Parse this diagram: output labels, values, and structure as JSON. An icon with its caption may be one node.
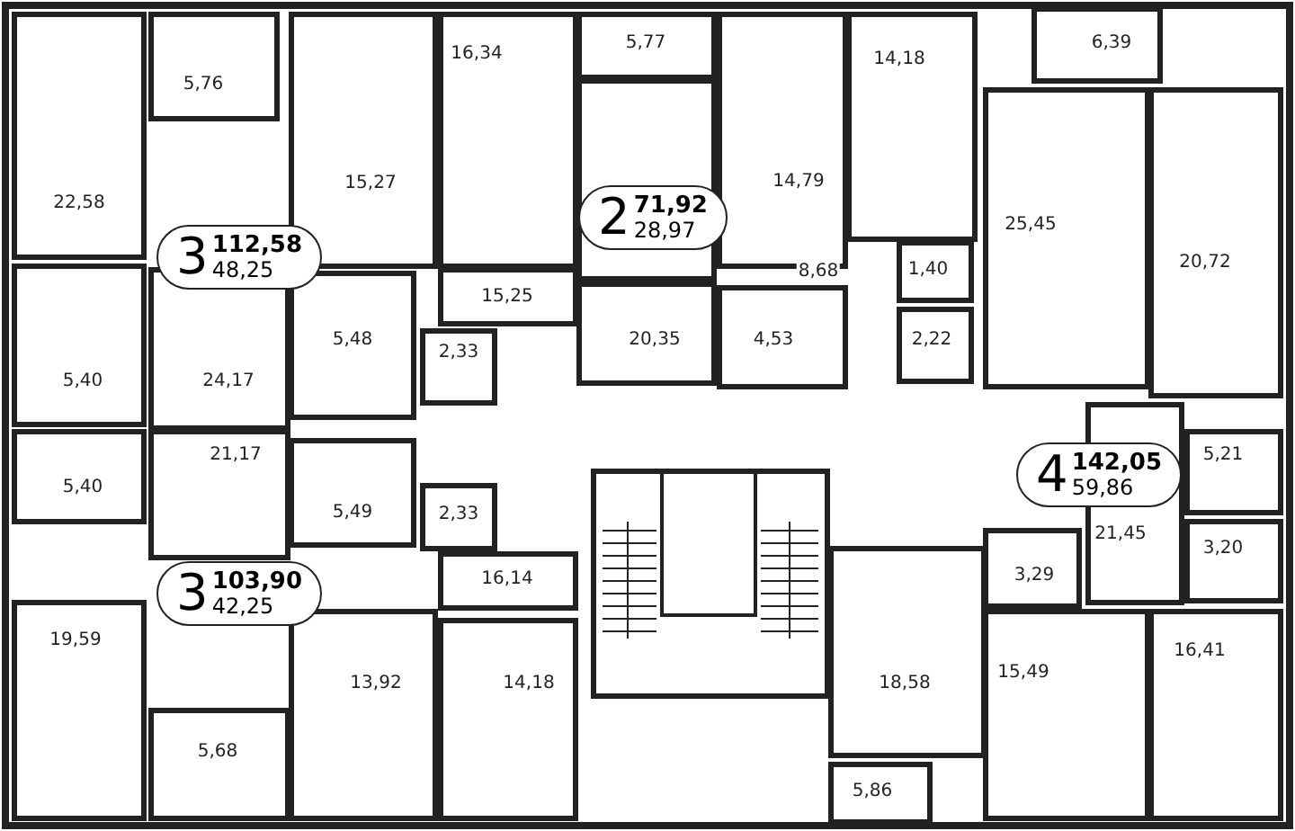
{
  "diagram": {
    "nodes": [
      {
        "text": [
          "3",
          "112,58",
          "48,25"
        ]
      },
      {
        "text": [
          "2",
          "71,92",
          "28,97"
        ]
      },
      {
        "text": [
          "4",
          "142,05",
          "59,86"
        ]
      },
      {
        "text": [
          "3",
          "103,90",
          "42,25"
        ]
      }
    ],
    "labels": [
      "5,77",
      "16,34",
      "6,39",
      "14,18",
      "5,76",
      "15,27",
      "14,79",
      "22,58",
      "25,45",
      "20,72",
      "8,68",
      "1,40",
      "15,25",
      "5,48",
      "2,33",
      "20,35",
      "4,53",
      "2,22",
      "5,40",
      "24,17",
      "21,17",
      "5,21",
      "5,40",
      "5,49",
      "2,33",
      "21,45",
      "3,20",
      "16,14",
      "3,29",
      "19,59",
      "15,49",
      "16,41",
      "13,92",
      "14,18",
      "18,58",
      "5,68",
      "5,86"
    ]
  }
}
